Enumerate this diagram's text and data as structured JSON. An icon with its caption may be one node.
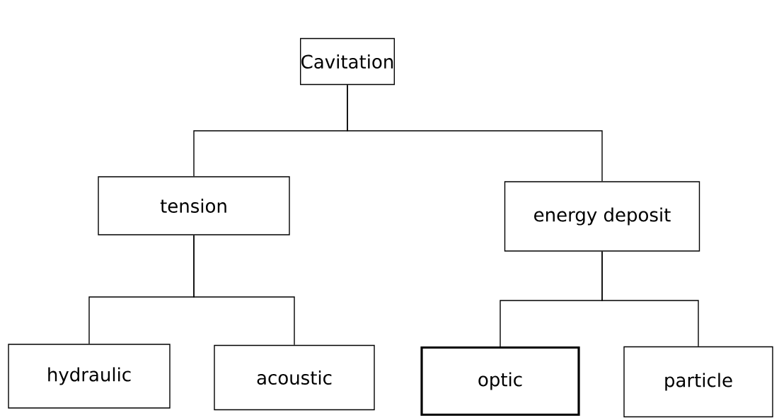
{
  "diagram": {
    "nodes": [
      {
        "text": [
          "Cavitation"
        ]
      },
      {
        "text": [
          "tension"
        ]
      },
      {
        "text": [
          "energy deposit"
        ]
      },
      {
        "text": [
          "hydraulic"
        ]
      },
      {
        "text": [
          "acoustic"
        ]
      },
      {
        "text": [
          "optic"
        ]
      },
      {
        "text": [
          "particle"
        ]
      }
    ],
    "edges": [
      {
        "from": 0,
        "to": 1,
        "arrow": "none"
      },
      {
        "from": 0,
        "to": 2,
        "arrow": "none"
      },
      {
        "from": 1,
        "to": 3,
        "arrow": "none"
      },
      {
        "from": 1,
        "to": 4,
        "arrow": "none"
      },
      {
        "from": 2,
        "to": 5,
        "arrow": "none"
      },
      {
        "from": 2,
        "to": 6,
        "arrow": "none"
      }
    ]
  }
}
